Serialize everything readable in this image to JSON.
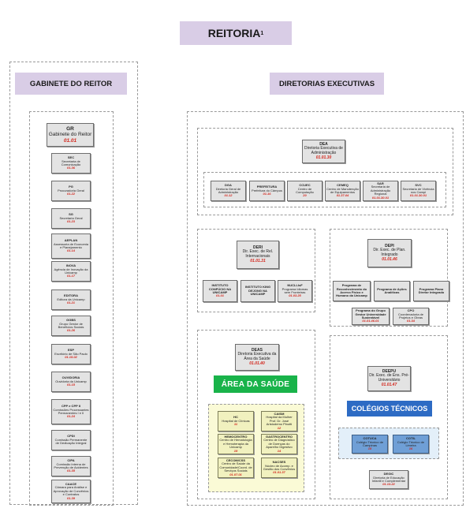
{
  "title": {
    "text": "REITORIA",
    "sup": "1"
  },
  "gabinete": {
    "header": "GABINETE DO REITOR",
    "gr": {
      "abbr": "GR",
      "name": "Gabinete do Reitor",
      "code": "01.01"
    },
    "items": [
      {
        "abbr": "SEC",
        "name": "Secretaria de Comunicação",
        "code": "01.36"
      },
      {
        "abbr": "PG",
        "name": "Procuradoria Geral",
        "code": "01.22"
      },
      {
        "abbr": "SG",
        "name": "Secretaria Geral",
        "code": "01.23"
      },
      {
        "abbr": "AEPLAN",
        "name": "Assessoria de Economia e Planejamento",
        "code": "01.14"
      },
      {
        "abbr": "INOVA",
        "name": "Agência de Inovação da Unicamp",
        "code": "01.17"
      },
      {
        "abbr": "EDITORA",
        "name": "Editora da Unicamp",
        "code": "01.21"
      },
      {
        "abbr": "GGBS",
        "name": "Grupo Gestor de Benefícios Sociais",
        "code": "01.26"
      },
      {
        "abbr": "ESP",
        "name": "Escritório de São Paulo",
        "code": "01.15.02"
      },
      {
        "abbr": "OUVIDORIA",
        "name": "Ouvidoria da Unicamp",
        "code": "01.15"
      },
      {
        "abbr": "CPP e CPP II",
        "name": "Comissões Processantes Permanentes I e II",
        "code": "01.24"
      },
      {
        "abbr": "CPDI",
        "name": "Comissão Permanente de Dedicação Integral",
        "code": ""
      },
      {
        "abbr": "CIPA",
        "name": "Comissão Interna de Prevenção de Acidentes",
        "code": "01.35"
      },
      {
        "abbr": "CAACE",
        "name": "Câmara para Análise e Aprovação de Convênios e Contratos",
        "code": "01.39"
      }
    ]
  },
  "diretorias": {
    "header": "DIRETORIAS EXECUTIVAS",
    "dea": {
      "main": {
        "abbr": "DEA",
        "name": "Diretoria Executiva de Administração",
        "code": "01.01.30"
      },
      "items": [
        {
          "abbr": "DGA",
          "name": "Diretoria Geral de Administração",
          "code": "01.12"
        },
        {
          "abbr": "PREFEITURA",
          "name": "Prefeitura do Câmpus",
          "code": "01.16"
        },
        {
          "abbr": "CCUEC",
          "name": "Centro de Computação",
          "code": "20"
        },
        {
          "abbr": "CEMEQ",
          "name": "Centro de Manutenção de Equipamentos",
          "code": "01.37.04"
        },
        {
          "abbr": "SAR",
          "name": "Secretaria de Administração Regional",
          "code": "01.01.30.01"
        },
        {
          "abbr": "SVC",
          "name": "Secretaria de Vivência nos Campi",
          "code": "01.01.30.01"
        }
      ]
    },
    "deri": {
      "main": {
        "abbr": "DERI",
        "name": "Dir. Exec. de Rel. Internacionais",
        "code": "01.01.31"
      },
      "items": [
        {
          "abbr": "INSTITUTO CONFÚCIO NA UNICAMP",
          "name": "",
          "code": "01.01"
        },
        {
          "abbr": "INSTITUTO KING DEJONG NA UNICAMP",
          "name": "",
          "code": ""
        },
        {
          "abbr": "NUCLI-IsF",
          "name": "Programa Idiomas sem Fronteiras",
          "code": "01.03.25"
        }
      ]
    },
    "depi": {
      "main": {
        "abbr": "DEPI",
        "name": "Dir. Exec. de Plan. Integrado",
        "code": "01.01.46"
      },
      "items": [
        {
          "abbr": "Programa de Reconhecimento do Acervo Físico e Humano da Unicamp",
          "name": "",
          "code": ""
        },
        {
          "abbr": "Programa de Ações Analíticas",
          "name": "",
          "code": ""
        },
        {
          "abbr": "Programa Plano Diretor Integrado",
          "name": "",
          "code": ""
        },
        {
          "abbr": "Programa do Grupo Gestor Universidade Sustentável",
          "name": "",
          "code": "01.01.46.01"
        },
        {
          "abbr": "CPO",
          "name": "Coordenadoria de Projetos e Obras",
          "code": "01.34"
        }
      ]
    },
    "deas": {
      "main": {
        "abbr": "DEAS",
        "name": "Diretoria Executiva da Área da Saúde",
        "code": "01.01.40"
      },
      "bar": "ÁREA DA SAÚDE",
      "items": [
        {
          "abbr": "HC",
          "name": "Hospital de Clínicas",
          "code": "11"
        },
        {
          "abbr": "CAISM",
          "name": "Hospital da Mulher Prof. Dr. José Aristodemo Pinotti",
          "code": "12"
        },
        {
          "abbr": "HEMOCENTRO",
          "name": "Centro de Hematologia e Hemoterapia da Unicamp",
          "code": "19"
        },
        {
          "abbr": "GASTROCENTRO",
          "name": "Centro de Diagnóstico de Doenças do Aparelho Digestivo",
          "code": "14"
        },
        {
          "abbr": "CECOM/CSS",
          "name": "Centro de Saúde da Comunidade/Coord. de Serviços Sociais",
          "code": "01.07.01"
        },
        {
          "abbr": "NACSES",
          "name": "Núcleo de Acomp. e Gestão dos Convênios",
          "code": "01.01.37"
        }
      ]
    },
    "deepu": {
      "main": {
        "abbr": "DEEPU",
        "name": "Dir. Exec. de Ens. Pré-Universitário",
        "code": "01.01.47"
      },
      "bar": "COLÉGIOS TÉCNICOS",
      "items": [
        {
          "abbr": "COTUCA",
          "name": "Colégio Técnico de Campinas",
          "code": "15"
        },
        {
          "abbr": "COTIL",
          "name": "Colégio Técnico de Limeira",
          "code": "16"
        }
      ],
      "degic": {
        "abbr": "DEGIC",
        "name": "Diretoria de Educação Infantil e Complementar",
        "code": "01.13.22"
      }
    }
  },
  "colors": {
    "lavender": "#d9cde6",
    "green": "#19b34a",
    "blue": "#2d6bc4",
    "code_red": "#d3261c"
  }
}
